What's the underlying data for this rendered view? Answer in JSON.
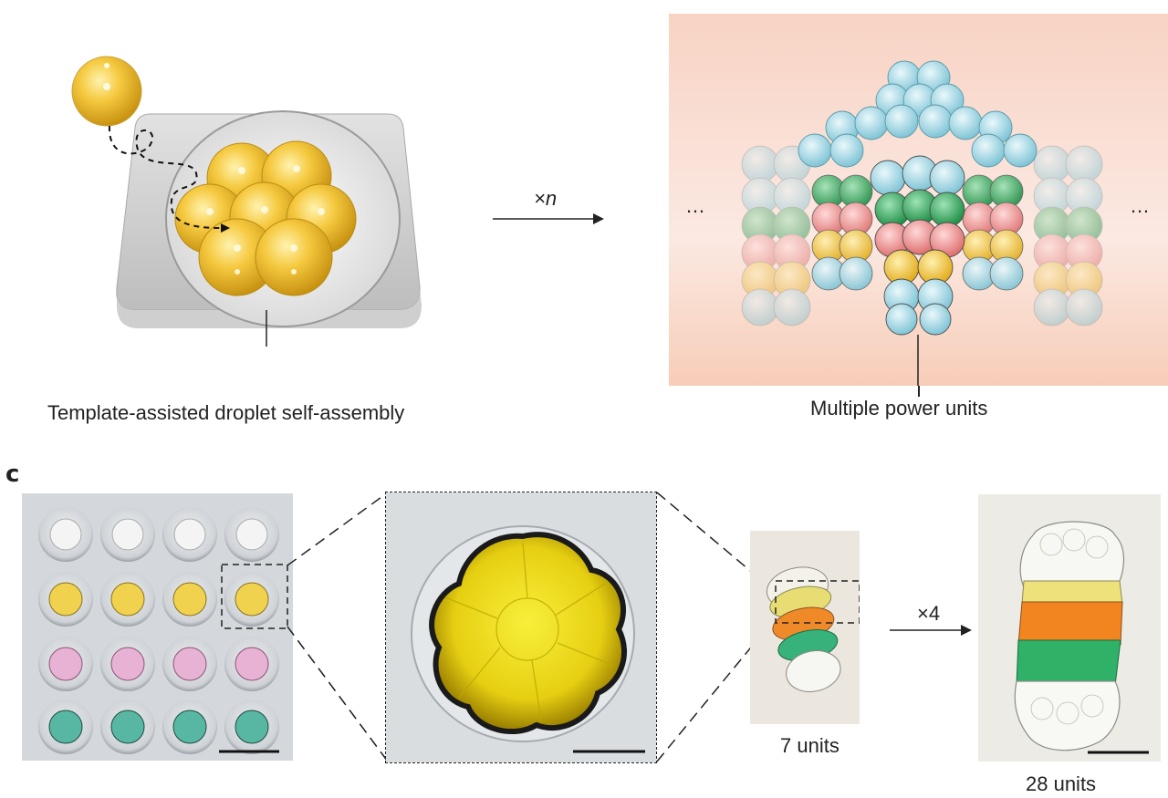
{
  "panel_label": "c",
  "top": {
    "left_caption": "Template-assisted droplet self-assembly",
    "arrow_label": "×n",
    "right_caption": "Multiple power units",
    "ellipsis_left": "…",
    "ellipsis_right": "…"
  },
  "bottom": {
    "arrow_label": "×4",
    "caption_7": "7 units",
    "caption_28": "28 units"
  },
  "colors": {
    "droplet_yellow": "#f2c13c",
    "droplet_blue": "#8fd0de",
    "droplet_green": "#2fae5a",
    "droplet_red": "#ec8c8c",
    "stack_bg": "#f8d7c6"
  }
}
